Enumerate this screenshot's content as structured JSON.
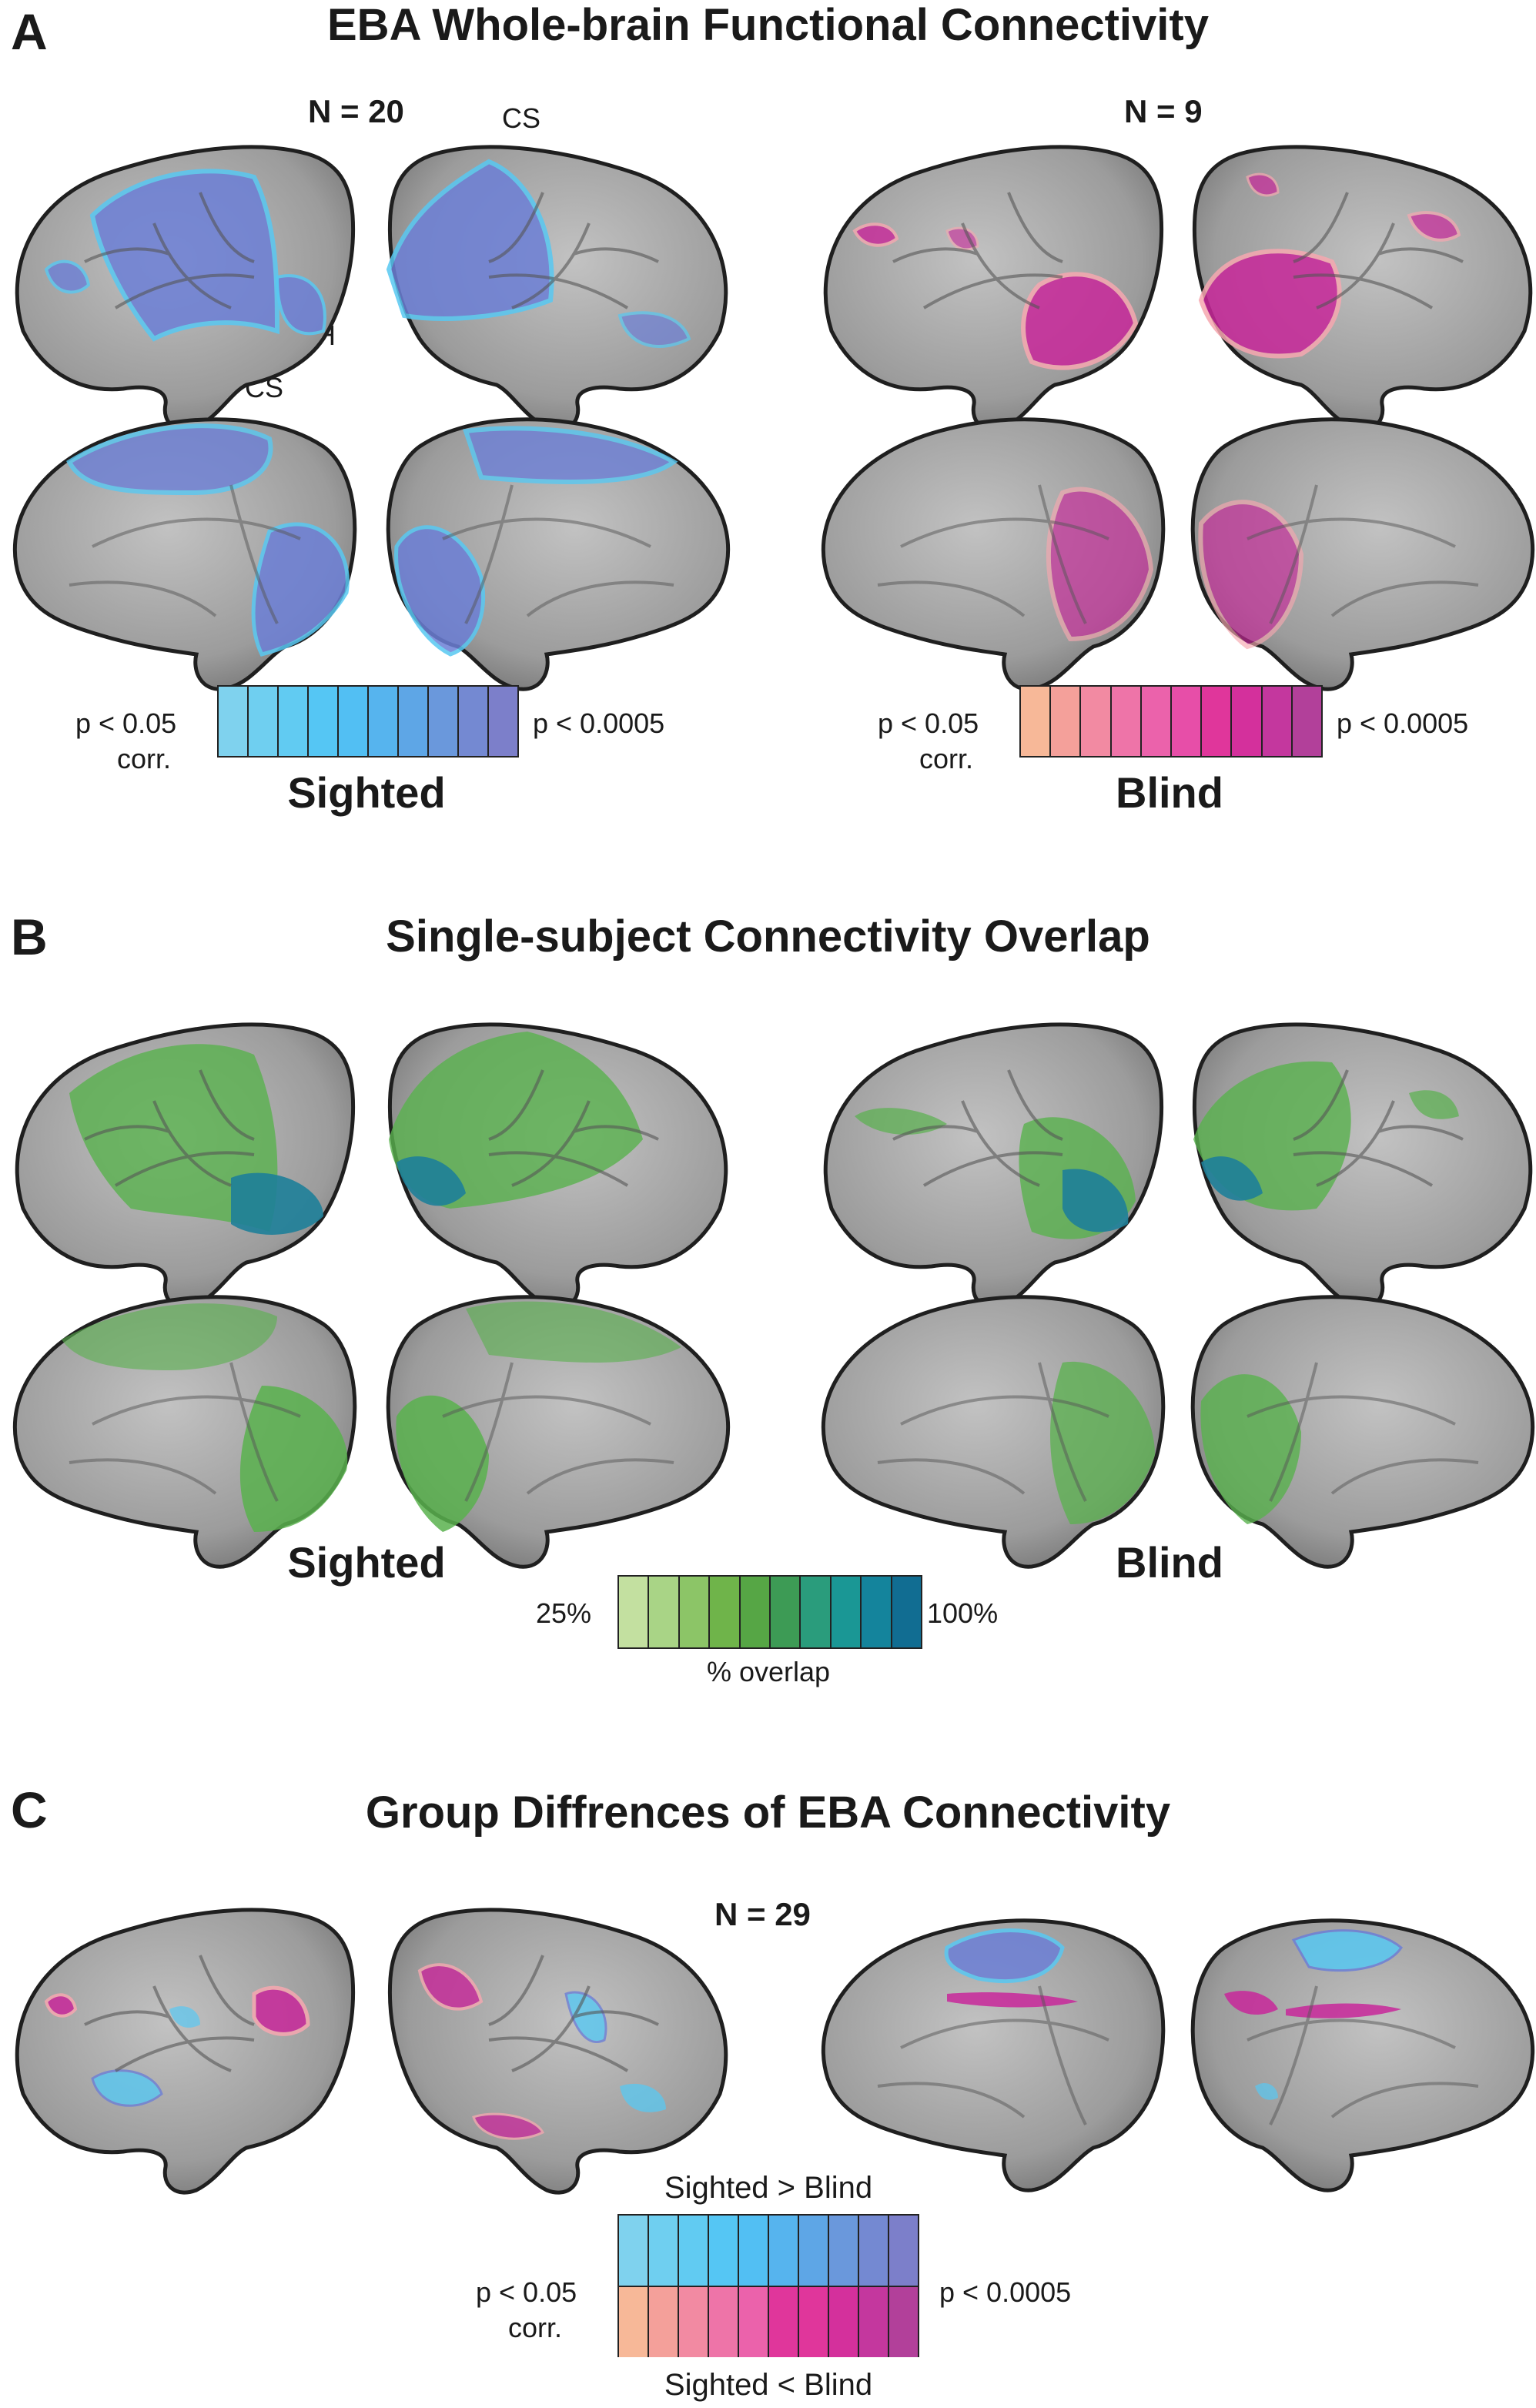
{
  "panelA": {
    "letter": "A",
    "title": "EBA Whole-brain Functional Connectivity",
    "n_sighted": "N = 20",
    "n_blind": "N = 9",
    "cs_top": "CS",
    "cs_medial": "CS",
    "lh": "LH",
    "sighted": {
      "label": "Sighted",
      "low": "p < 0.05",
      "low2": "corr.",
      "high": "p < 0.0005",
      "colors": [
        "#7fd2ee",
        "#6fcff0",
        "#61cbf2",
        "#55c6f4",
        "#52bff3",
        "#56b4ee",
        "#5ea6e6",
        "#6a98dc",
        "#7489d2",
        "#7c7fca"
      ]
    },
    "blind": {
      "label": "Blind",
      "low": "p < 0.05",
      "low2": "corr.",
      "high": "p < 0.0005",
      "colors": [
        "#f7b898",
        "#f4a09a",
        "#f28aa2",
        "#ee74a8",
        "#eb62ab",
        "#e74ea8",
        "#e0369b",
        "#d4309c",
        "#c4379e",
        "#b2409a"
      ]
    }
  },
  "panelB": {
    "letter": "B",
    "title": "Single-subject Connectivity Overlap",
    "sighted": "Sighted",
    "blind": "Blind",
    "scale": {
      "low": "25%",
      "high": "100%",
      "label": "% overlap",
      "colors": [
        "#c3e0a0",
        "#a9d486",
        "#8cc567",
        "#6fb44a",
        "#56a645",
        "#3d9b55",
        "#2a9c7c",
        "#1a9795",
        "#14849c",
        "#116d92"
      ]
    }
  },
  "panelC": {
    "letter": "C",
    "title": "Group Diffrences of EBA Connectivity",
    "n": "N = 29",
    "top_label": "Sighted > Blind",
    "bottom_label": "Sighted < Blind",
    "low": "p < 0.05",
    "low2": "corr.",
    "high": "p < 0.0005",
    "top_colors": [
      "#7fd2ee",
      "#6fcff0",
      "#61cbf2",
      "#55c6f4",
      "#52bff3",
      "#56b4ee",
      "#5ea6e6",
      "#6a98dc",
      "#7489d2",
      "#7c7fca"
    ],
    "bottom_colors": [
      "#f7b898",
      "#f4a09a",
      "#f28aa2",
      "#ee74a8",
      "#eb62ab",
      "#e0369b",
      "#e0369b",
      "#d4309c",
      "#c4379e",
      "#b2409a"
    ]
  },
  "colors": {
    "brain_fill": "#a4a4a4",
    "brain_stroke": "#1f1f1f",
    "sighted_overlay": "#6c7fd6",
    "sighted_edge": "#58c8f2",
    "blind_overlay": "#c8279a",
    "blind_edge": "#f6a8b0",
    "overlap_green": "#59b14d",
    "overlap_teal": "#1e7f99"
  }
}
